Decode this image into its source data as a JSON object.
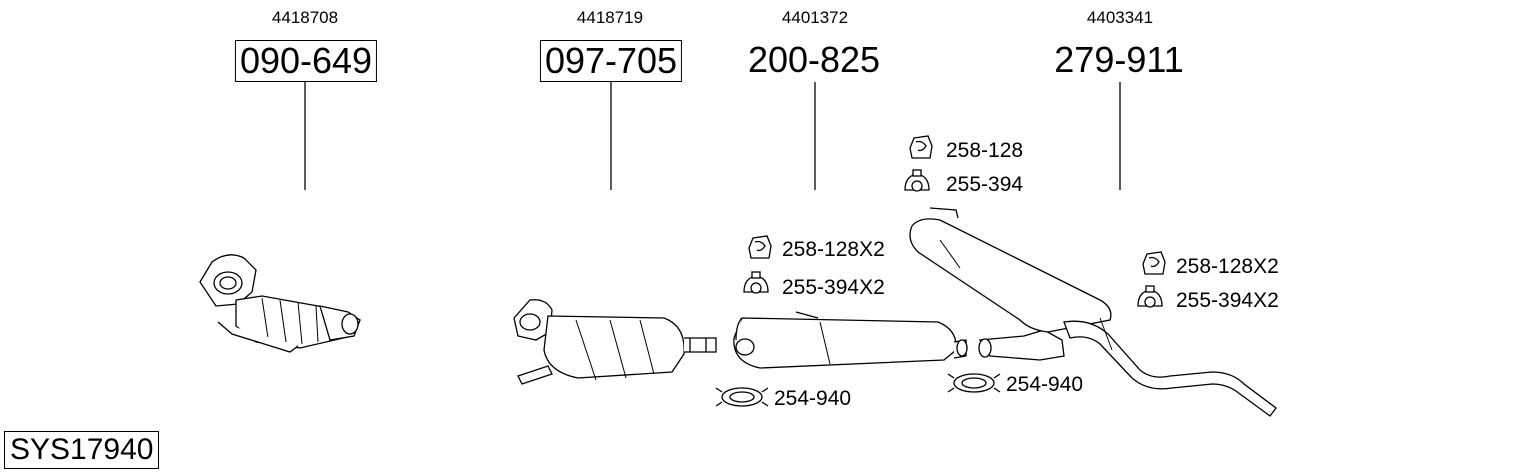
{
  "system_id": "SYS17940",
  "columns": [
    {
      "oem": "4418708",
      "part": "090-649",
      "boxed": true
    },
    {
      "oem": "4418719",
      "part": "097-705",
      "boxed": true
    },
    {
      "oem": "4401372",
      "part": "200-825",
      "boxed": false
    },
    {
      "oem": "4403341",
      "part": "279-911",
      "boxed": false
    }
  ],
  "accessories": {
    "a1": "258-128",
    "a2": "255-394",
    "b1": "258-128X2",
    "b2": "255-394X2",
    "c1": "258-128X2",
    "c2": "255-394X2",
    "d1": "254-940",
    "d2": "254-940"
  }
}
